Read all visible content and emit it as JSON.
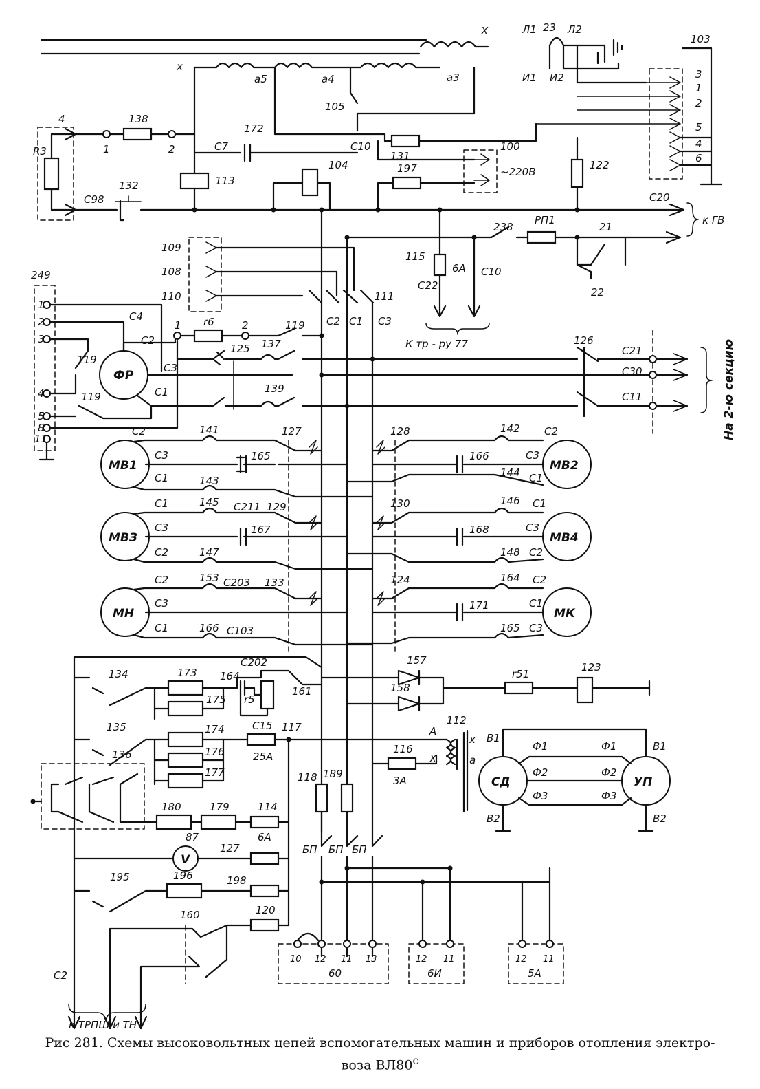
{
  "caption": {
    "line1": "Рис 281. Схемы высоковольтных цепей вспомогательных машин и приборов отопления электро-",
    "line2": "воза ВЛ80",
    "line2_sup": "с"
  },
  "top": {
    "x": "X",
    "l1": "Л1",
    "l2": "Л2",
    "n23": "23",
    "i1": "И1",
    "i2": "И2",
    "xw": "x",
    "a5": "a5",
    "a4": "a4",
    "a3": "a3",
    "n105": "105",
    "n103": "103",
    "p3": "3",
    "p1": "1",
    "p2": "2",
    "p5": "5",
    "p4": "4",
    "p6": "6"
  },
  "upper": {
    "n4": "4",
    "r3": "R3",
    "n138": "138",
    "t1": "1",
    "t2": "2",
    "n172": "172",
    "c7": "С7",
    "c10": "С10",
    "n131": "131",
    "n100": "100",
    "v220": "~220В",
    "n113": "113",
    "n104": "104",
    "n197": "197",
    "n122": "122",
    "c98": "С98",
    "n132": "132",
    "c20": "С20",
    "kgv": "к ГВ",
    "n238": "238",
    "rp1": "РП1",
    "n21": "21",
    "n22": "22",
    "n115": "115",
    "ba": "6А",
    "c22": "С22",
    "c10b": "С10",
    "ktr": "К тр - ру 77",
    "n109": "109",
    "n108": "108",
    "n110": "110",
    "n111": "111",
    "c2": "С2",
    "c1": "С1",
    "c3": "С3"
  },
  "fr": {
    "n249": "249",
    "p1": "1",
    "p2": "2",
    "p3": "3",
    "p4": "4",
    "p5": "5",
    "p8": "8",
    "p11": "11",
    "c4": "С4",
    "c2": "С2",
    "c3": "С3",
    "c1": "С1",
    "name": "ФР",
    "n119a": "119",
    "n119b": "119",
    "n119c": "119",
    "t1": "1",
    "r6": "r6",
    "t2": "2",
    "n125": "125",
    "n137": "137",
    "n139": "139",
    "n126": "126",
    "c21": "С21",
    "c30": "С30",
    "c11": "С11",
    "sec2": "На 2-ю секцию"
  },
  "motors": {
    "mv1": "МВ1",
    "mv2": "МВ2",
    "mv3": "МВЗ",
    "mv4": "МВ4",
    "mn": "МН",
    "mk": "МК",
    "r1": {
      "c2l": "С2",
      "c3l": "С3",
      "c1l": "С1",
      "n141": "141",
      "n143": "143",
      "n165": "165",
      "n127": "127",
      "n128": "128",
      "n142": "142",
      "n144": "144",
      "n166": "166",
      "c2r": "С2",
      "c3r": "С3",
      "c1r": "С1"
    },
    "r2": {
      "c1l": "С1",
      "c3l": "С3",
      "c2l": "С2",
      "n145": "145",
      "n147": "147",
      "c211": "С211",
      "n129": "129",
      "n167": "167",
      "n130": "130",
      "n146": "146",
      "n168": "168",
      "n148": "148",
      "c1r": "С1",
      "c3r": "С3",
      "c2r": "С2"
    },
    "r3": {
      "c2l": "С2",
      "c3l": "С3",
      "c1l": "С1",
      "n153": "153",
      "c203": "С203",
      "n133": "133",
      "n166": "166",
      "c103": "С103",
      "n124": "124",
      "n164": "164",
      "n171": "171",
      "n165": "165",
      "c2r": "С2",
      "c1r": "С1",
      "c3r": "С3"
    }
  },
  "lower": {
    "n134": "134",
    "n173": "173",
    "n175": "175",
    "c202": "С202",
    "n164": "164",
    "r5": "r5",
    "n161": "161",
    "n157": "157",
    "n158": "158",
    "r51": "r51",
    "n123": "123",
    "n135": "135",
    "n174": "174",
    "n176": "176",
    "n177": "177",
    "c15": "С15",
    "n117": "117",
    "a25": "25А",
    "n112": "112",
    "tA": "А",
    "tX": "Х",
    "tx": "х",
    "ta": "а",
    "n116": "116",
    "a3": "3А",
    "b1l": "В1",
    "f1l": "Ф1",
    "f1r": "Ф1",
    "b1r": "В1",
    "f2l": "Ф2",
    "f2r": "Ф2",
    "f3l": "Ф3",
    "f3r": "Ф3",
    "sd": "СД",
    "up": "УП",
    "b2l": "В2",
    "b2r": "В2",
    "n136": "136",
    "n180": "180",
    "n179": "179",
    "n114": "114",
    "a6": "6А",
    "n118": "118",
    "n189": "189",
    "bp1": "БП",
    "bp2": "БП",
    "bp3": "БП",
    "n87": "87",
    "volt": "V",
    "n127": "127",
    "n195": "195",
    "n196": "196",
    "n198": "198",
    "n160": "160",
    "n120": "120",
    "c2": "С2",
    "ktrpsh": "к ТРПШ и ТН",
    "b60": "60",
    "b6i": "6И",
    "b5a": "5А",
    "t10": "10",
    "t12a": "12",
    "t11a": "11",
    "t13": "13",
    "t12b": "12",
    "t11b": "11",
    "t12c": "12",
    "t11c": "11"
  }
}
